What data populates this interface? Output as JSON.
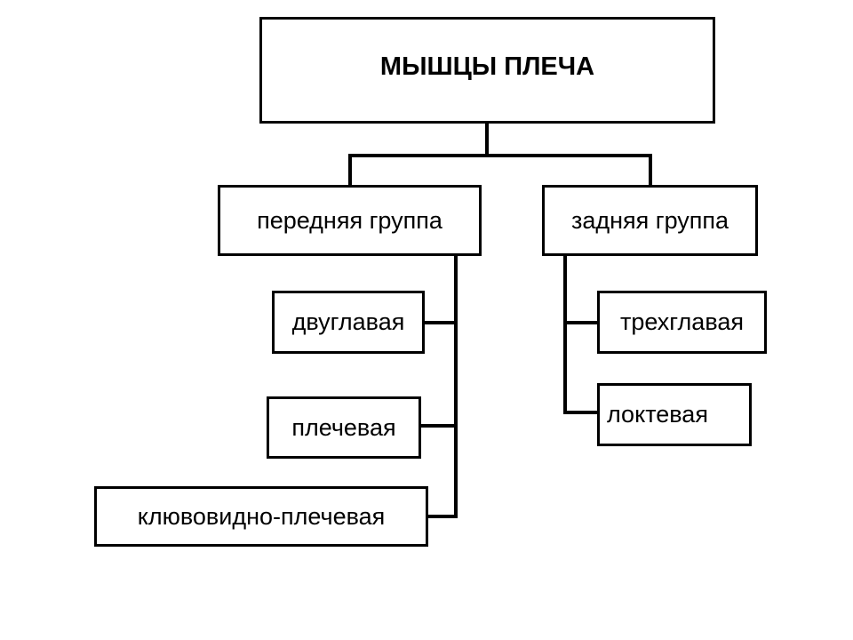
{
  "root": {
    "label": "МЫШЦЫ ПЛЕЧА"
  },
  "groups": [
    {
      "label": "передняя группа",
      "muscles": [
        "двуглавая",
        "плечевая",
        "клювовидно-плечевая"
      ]
    },
    {
      "label": "задняя группа",
      "muscles": [
        "трехглавая",
        "локтевая"
      ]
    }
  ],
  "colors": {
    "stroke": "#000000",
    "background": "#ffffff"
  }
}
